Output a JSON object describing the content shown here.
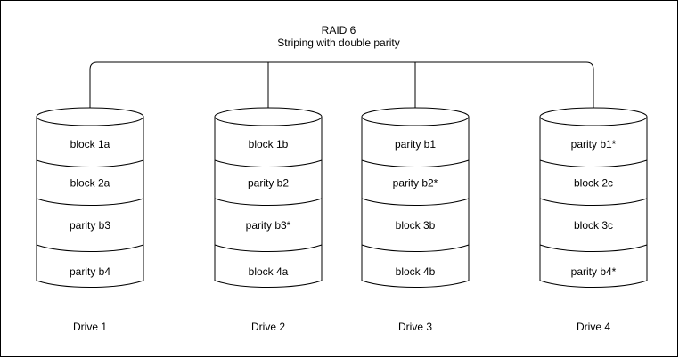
{
  "diagram": {
    "title": "RAID 6",
    "subtitle": "Striping with double parity",
    "colors": {
      "stroke": "#000000",
      "fill": "#ffffff",
      "text": "#000000"
    },
    "drives": [
      {
        "name": "Drive 1",
        "blocks": [
          "block 1a",
          "block 2a",
          "parity b3",
          "parity b4"
        ]
      },
      {
        "name": "Drive 2",
        "blocks": [
          "block 1b",
          "parity b2",
          "parity b3*",
          "block 4a"
        ]
      },
      {
        "name": "Drive 3",
        "blocks": [
          "parity b1",
          "parity b2*",
          "block 3b",
          "block 4b"
        ]
      },
      {
        "name": "Drive 4",
        "blocks": [
          "parity b1*",
          "block 2c",
          "block 3c",
          "parity b4*"
        ]
      }
    ]
  }
}
